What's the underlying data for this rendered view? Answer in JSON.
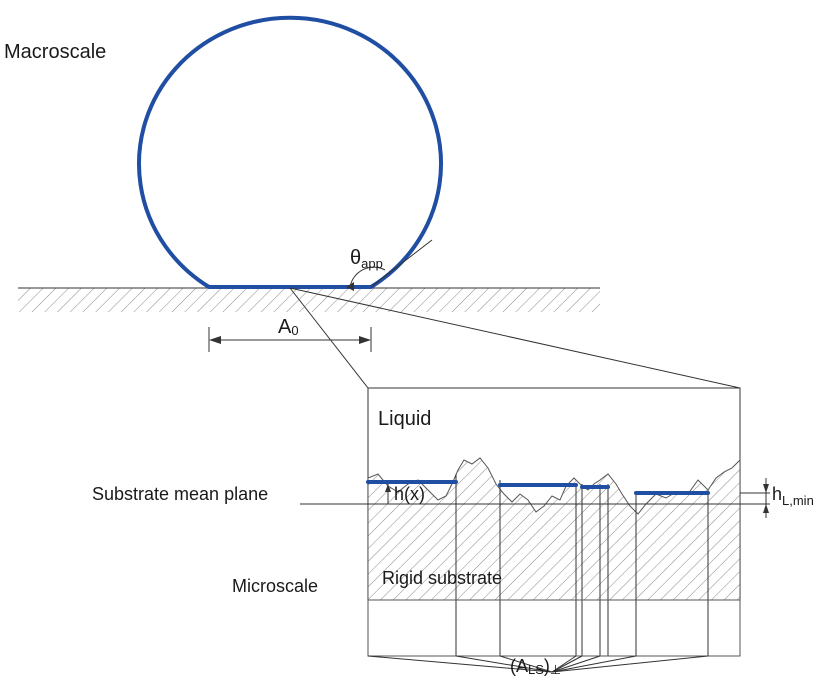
{
  "labels": {
    "macroscale": "Macroscale",
    "microscale": "Microscale",
    "theta_main": "θ",
    "theta_sub": "app",
    "a0_main": "A",
    "a0_sub": "0",
    "liquid": "Liquid",
    "substrate_mean_plane": "Substrate mean plane",
    "hx": "h(x)",
    "hlmin_main": "h",
    "hlmin_sub": "L,min",
    "rigid_substrate": "Rigid substrate",
    "als_open": "(A",
    "als_sub": "LS",
    "als_close": ")",
    "als_perp": "⊥"
  },
  "colors": {
    "droplet": "#1f4ea3",
    "lines": "#333333",
    "hatch": "#8a8a8a"
  }
}
